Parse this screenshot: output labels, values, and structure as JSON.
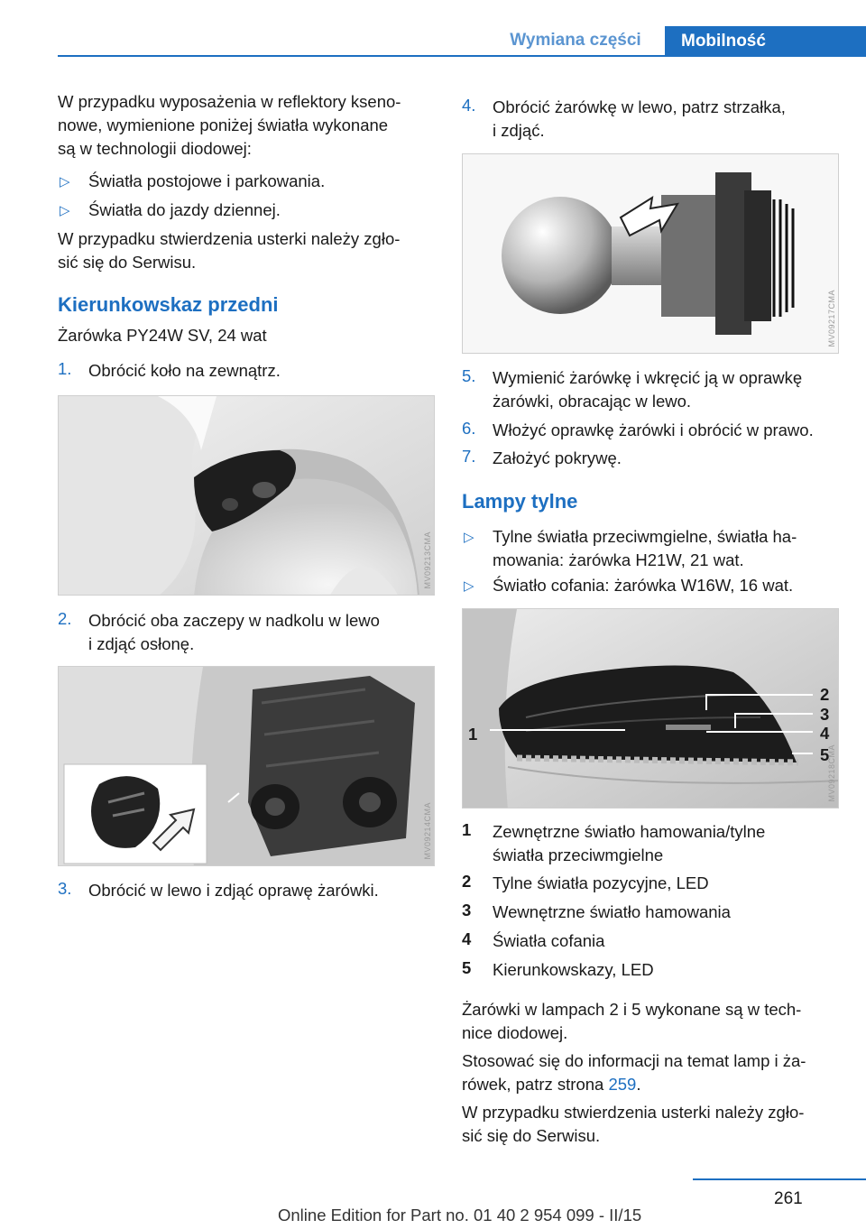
{
  "header": {
    "section": "Wymiana części",
    "chapter": "Mobilność"
  },
  "left": {
    "intro": [
      "W przypadku wyposażenia w reflektory kseno‐",
      "nowe, wymienione poniżej światła wykonane",
      "są w technologii diodowej:"
    ],
    "bullets": [
      "Światła postojowe i parkowania.",
      "Światła do jazdy dziennej."
    ],
    "note": [
      "W przypadku stwierdzenia usterki należy zgło‐",
      "sić się do Serwisu."
    ],
    "heading": "Kierunkowskaz przedni",
    "bulb": "Żarówka PY24W SV, 24 wat",
    "step1": {
      "num": "1.",
      "text": "Obrócić koło na zewnątrz."
    },
    "fig1_code": "MV09213CMA",
    "step2": {
      "num": "2.",
      "lines": [
        "Obrócić oba zaczepy w nadkolu w lewo",
        "i zdjąć osłonę."
      ]
    },
    "fig2_code": "MV09214CMA",
    "step3": {
      "num": "3.",
      "text": "Obrócić w lewo i zdjąć oprawę żarówki."
    }
  },
  "right": {
    "step4": {
      "num": "4.",
      "lines": [
        "Obrócić żarówkę w lewo, patrz strzałka,",
        "i zdjąć."
      ]
    },
    "fig3_code": "MV09217CMA",
    "step5": {
      "num": "5.",
      "lines": [
        "Wymienić żarówkę i wkręcić ją w oprawkę",
        "żarówki, obracając w lewo."
      ]
    },
    "step6": {
      "num": "6.",
      "text": "Włożyć oprawkę żarówki i obrócić w prawo."
    },
    "step7": {
      "num": "7.",
      "text": "Założyć pokrywę."
    },
    "heading": "Lampy tylne",
    "bullets": [
      {
        "lines": [
          "Tylne światła przeciwmgielne, światła ha‐",
          "mowania: żarówka H21W, 21 wat."
        ]
      },
      {
        "lines": [
          "Światło cofania: żarówka W16W, 16 wat."
        ]
      }
    ],
    "fig4_code": "MV09218CMA",
    "fig4_labels": [
      "1",
      "2",
      "3",
      "4",
      "5"
    ],
    "legend": [
      {
        "n": "1",
        "lines": [
          "Zewnętrzne światło hamowania/tylne",
          "światła przeciwmgielne"
        ]
      },
      {
        "n": "2",
        "lines": [
          "Tylne światła pozycyjne, LED"
        ]
      },
      {
        "n": "3",
        "lines": [
          "Wewnętrzne światło hamowania"
        ]
      },
      {
        "n": "4",
        "lines": [
          "Światła cofania"
        ]
      },
      {
        "n": "5",
        "lines": [
          "Kierunkowskazy, LED"
        ]
      }
    ],
    "para1": [
      "Żarówki w lampach 2 i 5 wykonane są w tech‐",
      "nice diodowej."
    ],
    "para2_l1": "Stosować się do informacji na temat lamp i ża‐",
    "para2_l2a": "rówek, patrz strona ",
    "para2_link": "259",
    "para2_l2b": ".",
    "para3": [
      "W przypadku stwierdzenia usterki należy zgło‐",
      "sić się do Serwisu."
    ]
  },
  "footer": {
    "page": "261",
    "edition": "Online Edition for Part no. 01 40 2 954 099 - II/15"
  },
  "colors": {
    "accent": "#1d6fc1"
  },
  "icons": {
    "bullet": "triangle-right-icon"
  }
}
